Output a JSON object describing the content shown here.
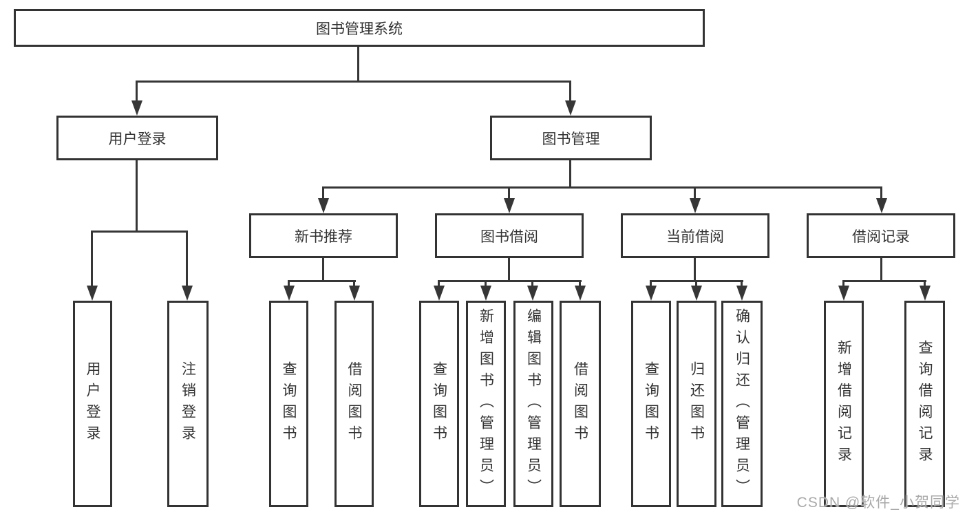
{
  "tree": {
    "root": {
      "label": "图书管理系统",
      "children": [
        {
          "label": "用户登录",
          "children": [
            {
              "label": "用户登录"
            },
            {
              "label": "注销登录"
            }
          ]
        },
        {
          "label": "图书管理",
          "children": [
            {
              "label": "新书推荐",
              "children": [
                {
                  "label": "查询图书"
                },
                {
                  "label": "借阅图书"
                }
              ]
            },
            {
              "label": "图书借阅",
              "children": [
                {
                  "label": "查询图书"
                },
                {
                  "label": "新增图书（管理员）"
                },
                {
                  "label": "编辑图书（管理员）"
                },
                {
                  "label": "借阅图书"
                }
              ]
            },
            {
              "label": "当前借阅",
              "children": [
                {
                  "label": "查询图书"
                },
                {
                  "label": "归还图书"
                },
                {
                  "label": "确认归还（管理员）"
                }
              ]
            },
            {
              "label": "借阅记录",
              "children": [
                {
                  "label": "新增借阅记录"
                },
                {
                  "label": "查询借阅记录"
                }
              ]
            }
          ]
        }
      ]
    }
  },
  "watermark": {
    "text": "CSDN @软件_小贺同学"
  },
  "colors": {
    "line": "#363636",
    "text": "#333333",
    "watermark": "#a9a9a9",
    "background": "#ffffff"
  }
}
